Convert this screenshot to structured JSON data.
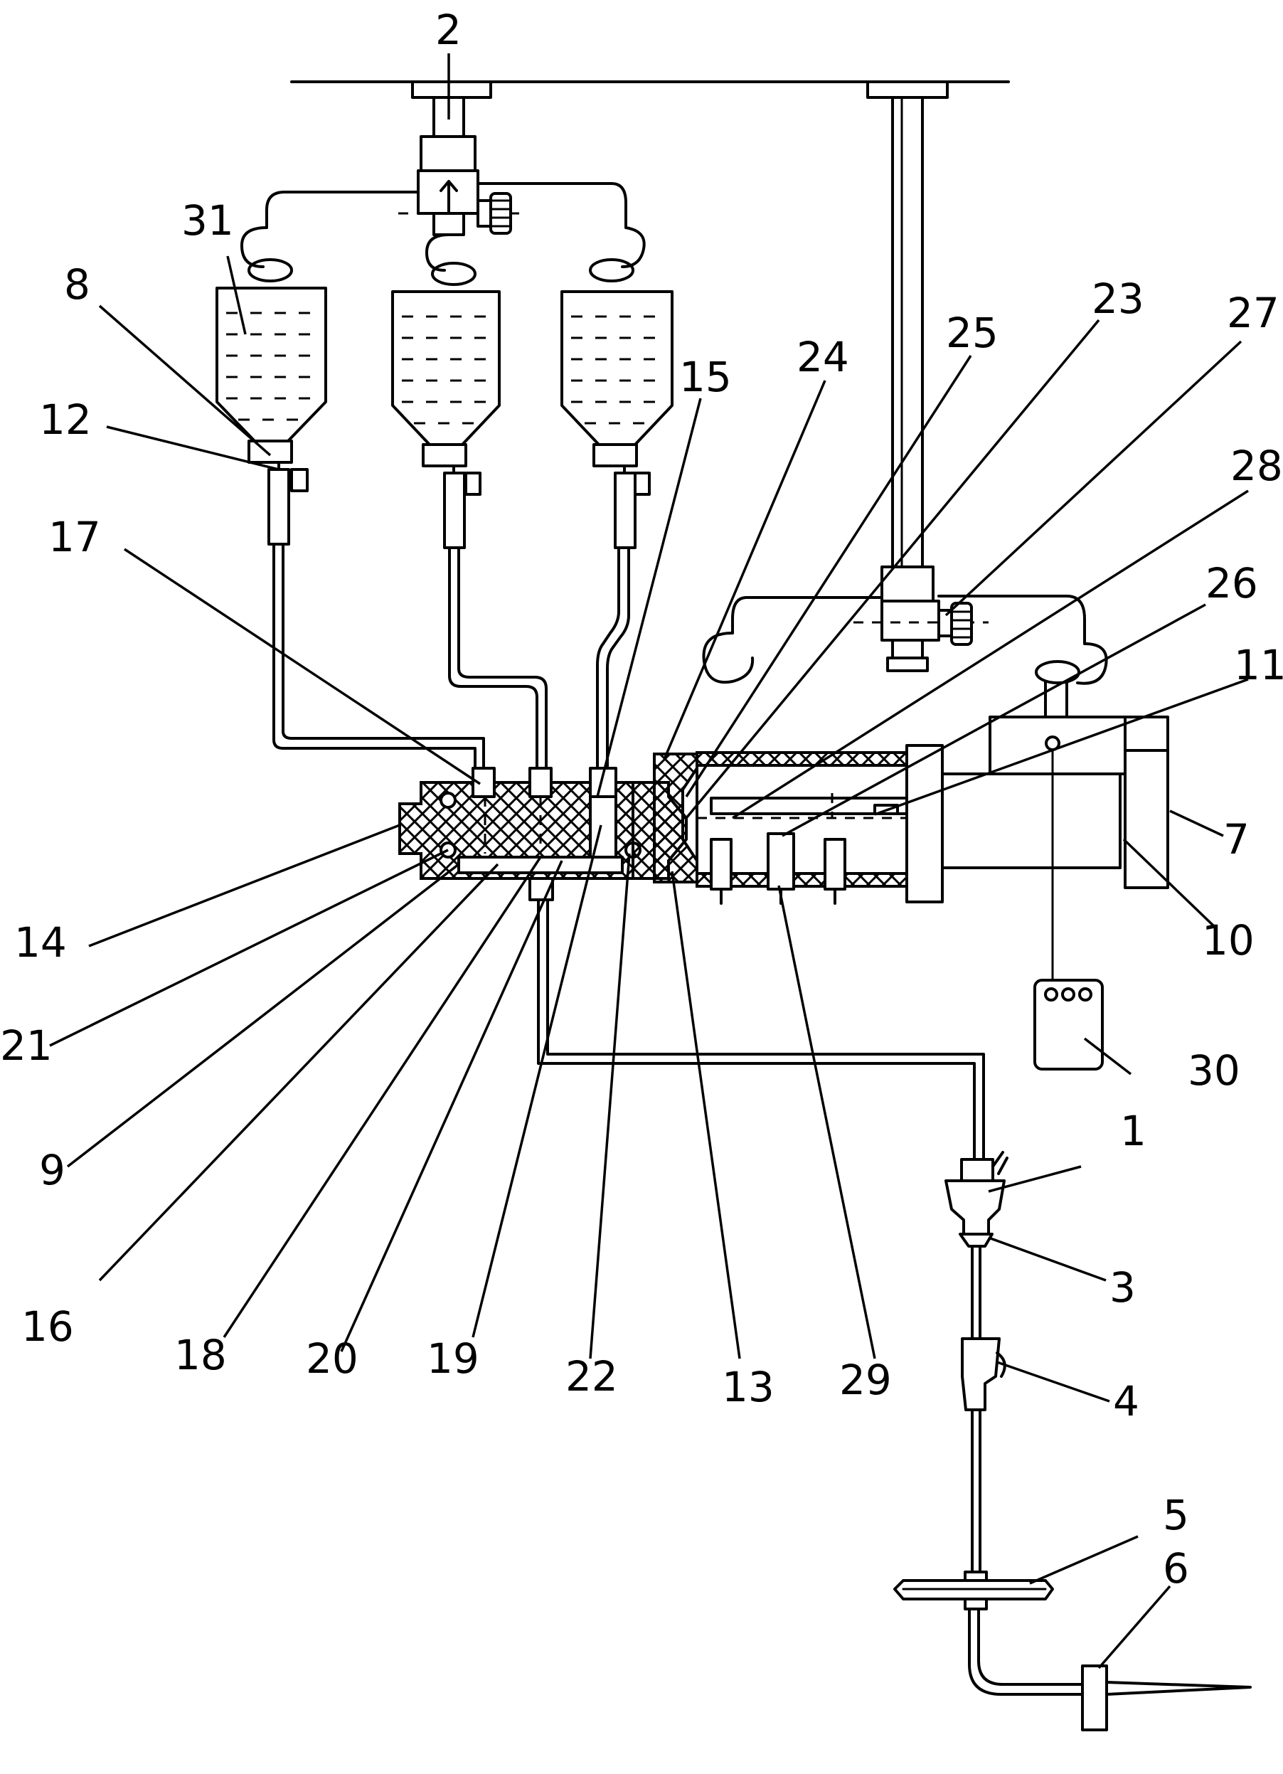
{
  "figure": {
    "labels": {
      "l1": "1",
      "l2": "2",
      "l3": "3",
      "l4": "4",
      "l5": "5",
      "l6": "6",
      "l7": "7",
      "l8": "8",
      "l9": "9",
      "l10": "10",
      "l11": "11",
      "l12": "12",
      "l13": "13",
      "l14": "14",
      "l15": "15",
      "l16": "16",
      "l17": "17",
      "l18": "18",
      "l19": "19",
      "l20": "20",
      "l21": "21",
      "l22": "22",
      "l23": "23",
      "l24": "24",
      "l25": "25",
      "l26": "26",
      "l27": "27",
      "l28": "28",
      "l29": "29",
      "l30": "30",
      "l31": "31"
    },
    "line_color": "#000000",
    "background": "#ffffff"
  }
}
